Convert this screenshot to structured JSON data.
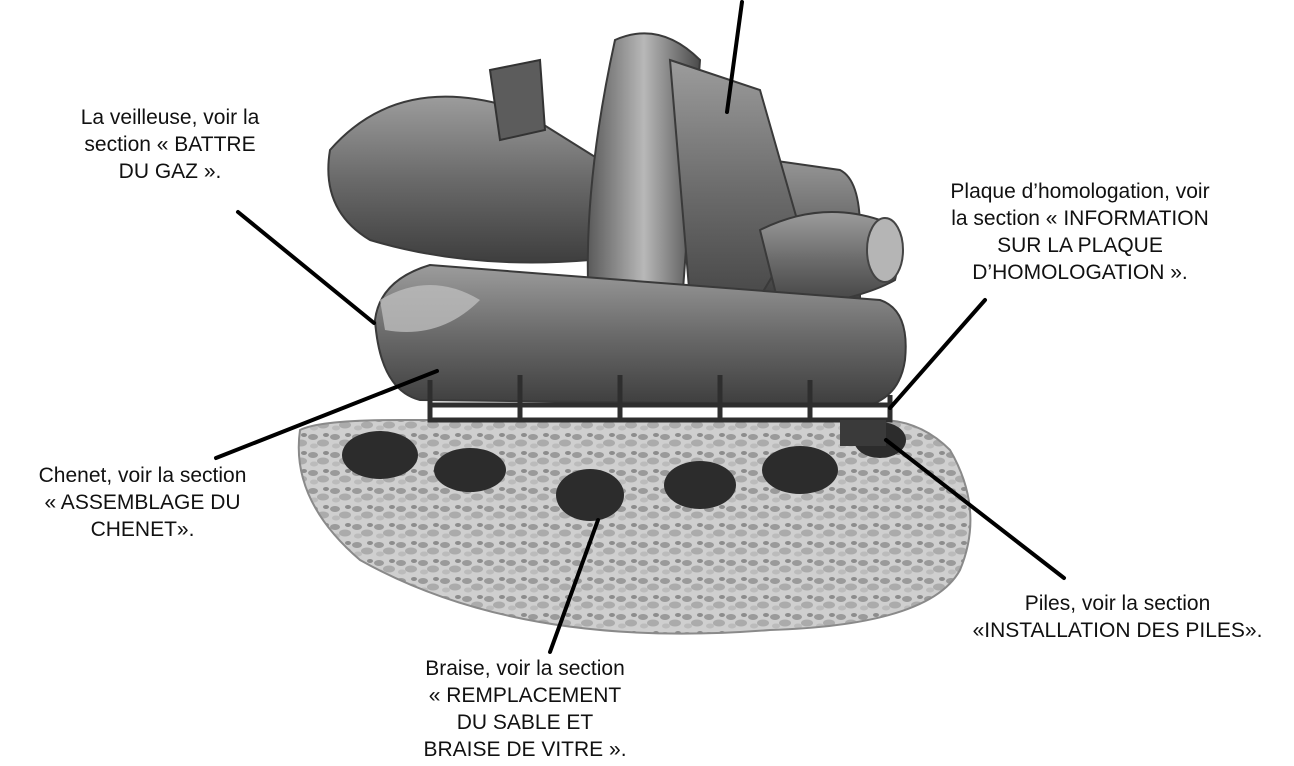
{
  "diagram": {
    "callouts": [
      {
        "id": "veilleuse",
        "lines": [
          "La veilleuse, voir la",
          "section « BATTRE",
          "DU GAZ »."
        ]
      },
      {
        "id": "plaque",
        "lines": [
          "Plaque d’homologation, voir",
          "la section « INFORMATION",
          "SUR LA PLAQUE",
          "D’HOMOLOGATION »."
        ]
      },
      {
        "id": "chenet",
        "lines": [
          "Chenet, voir la section",
          "« ASSEMBLAGE DU",
          "CHENET»."
        ]
      },
      {
        "id": "piles",
        "lines": [
          "Piles, voir la section",
          "«INSTALLATION DES PILES»."
        ]
      },
      {
        "id": "braise",
        "lines": [
          "Braise, voir la section",
          "« REMPLACEMENT",
          "DU SABLE ET",
          "BRAISE DE VITRE »."
        ]
      }
    ]
  }
}
